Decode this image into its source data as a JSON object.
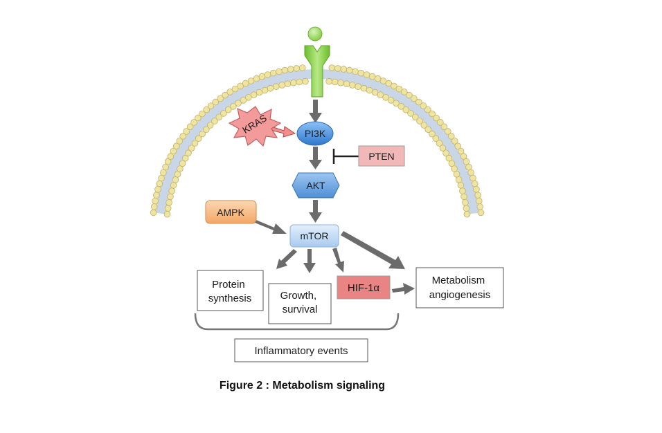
{
  "nodes": {
    "kras": "KRAS",
    "pi3k": "PI3K",
    "pten": "PTEN",
    "akt": "AKT",
    "ampk": "AMPK",
    "mtor": "mTOR",
    "protein_synthesis": [
      "Protein",
      "synthesis"
    ],
    "growth_survival": [
      "Growth,",
      "survival"
    ],
    "hif1a": "HIF-1α",
    "metabolism_angiogenesis": [
      "Metabolism",
      "angiogenesis"
    ],
    "inflammatory_events": "Inflammatory events"
  },
  "caption": "Figure 2 : Metabolism signaling",
  "colors": {
    "membrane_head": "#efe5a0",
    "membrane_head_stroke": "#bdb06a",
    "membrane_tail": "#c9d6e8",
    "receptor": "#8fd14f",
    "pi3k": "#4a8fe0",
    "akt": "#6aa3dc",
    "mtor": "#c3dbf4",
    "ampk": "#f8c08c",
    "pten": "#f2b8b8",
    "hif1a": "#e98484",
    "kras": "#f39a9a",
    "arrow": "#6b6b6b"
  }
}
